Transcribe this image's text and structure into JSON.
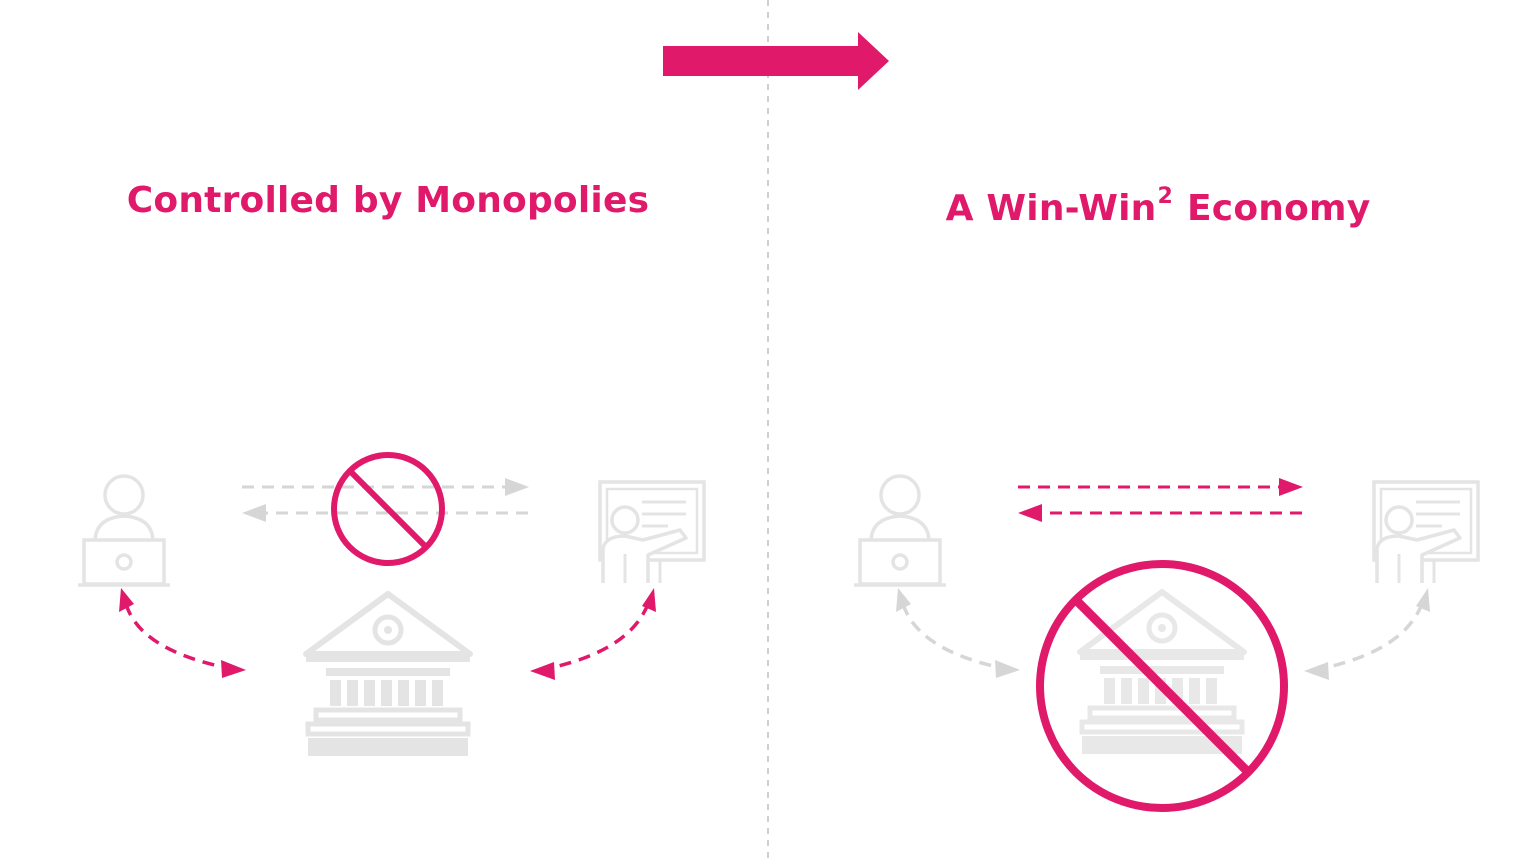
{
  "colors": {
    "accent": "#e0196a",
    "muted": "#d6d6d6",
    "muted_icon": "#e4e4e4",
    "divider": "#cfcfcf"
  },
  "top_arrow": {
    "icon": "right-arrow-icon"
  },
  "left_panel": {
    "title": "Controlled by Monopolies",
    "icons": [
      "user-laptop-icon",
      "teacher-presentation-icon",
      "bank-icon",
      "prohibited-icon"
    ]
  },
  "right_panel": {
    "title_main": "A Win-Win",
    "title_sup": "2",
    "title_tail": "Economy",
    "icons": [
      "user-laptop-icon",
      "teacher-presentation-icon",
      "bank-icon",
      "prohibited-icon"
    ]
  }
}
